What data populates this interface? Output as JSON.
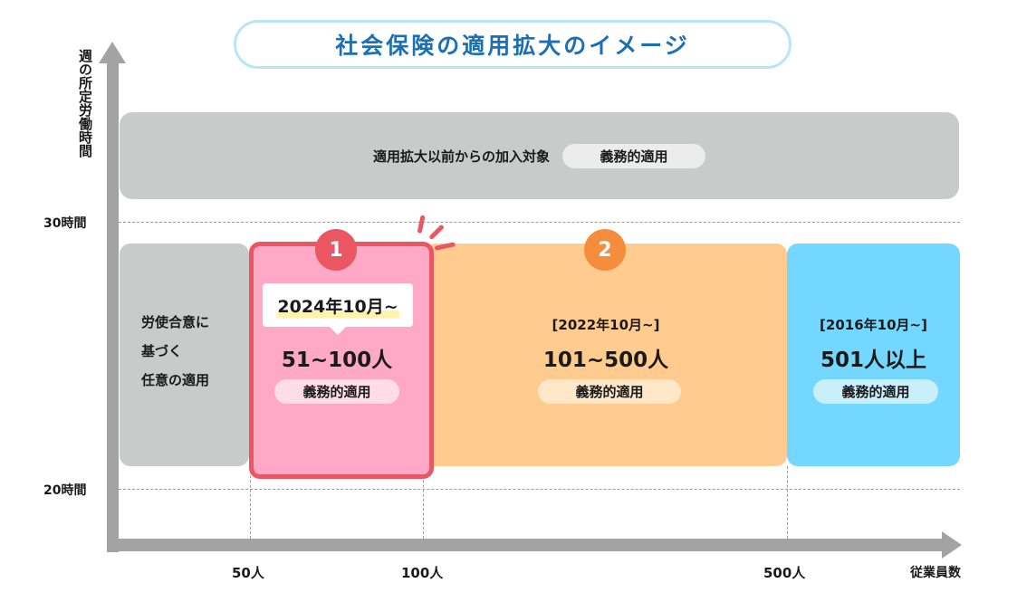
{
  "title": "社会保険の適用拡大のイメージ",
  "y_axis": {
    "label": "週の所定労働時間",
    "ticks": [
      "30時間",
      "20時間"
    ]
  },
  "x_axis": {
    "label": "従業員数",
    "ticks": [
      "50人",
      "100人",
      "500人"
    ]
  },
  "top_band": {
    "text": "適用拡大以前からの加入対象",
    "pill": "義務的適用"
  },
  "blocks": [
    {
      "id": "voluntary",
      "lines": [
        "労使合意に",
        "基づく",
        "任意の適用"
      ],
      "color": "#c9caca"
    },
    {
      "id": "step1",
      "badge": "1",
      "date": "2024年10月~",
      "range": "51~100人",
      "pill": "義務的適用",
      "color": "#ffa9c7",
      "border_color": "#ea5662"
    },
    {
      "id": "step2",
      "badge": "2",
      "date": "[2022年10月~]",
      "range": "101~500人",
      "pill": "義務的適用",
      "color": "#ffcb8e"
    },
    {
      "id": "step3",
      "date": "[2016年10月~]",
      "range": "501人以上",
      "pill": "義務的適用",
      "color": "#74d7ff"
    }
  ],
  "colors": {
    "title": "#1b6fb5",
    "title_border": "#b6e6f8",
    "axis": "#a3a3a3",
    "accent_red": "#ea5662",
    "accent_orange": "#f58d3c"
  }
}
